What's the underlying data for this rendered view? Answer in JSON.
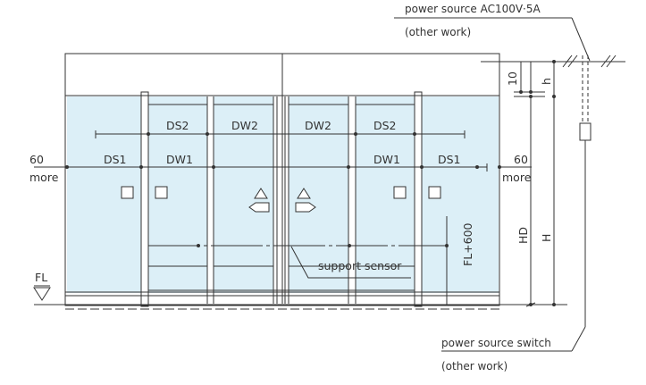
{
  "labels": {
    "power_source": "power source AC100V·5A",
    "power_source_note": "(other work)",
    "switch": "power source switch",
    "switch_note": "(other work)",
    "ds1": "DS1",
    "ds2": "DS2",
    "dw1": "DW1",
    "dw2": "DW2",
    "left_60": "60",
    "left_more": "more",
    "right_60": "60",
    "right_more": "more",
    "fl": "FL",
    "sensor": "support sensor",
    "fl600": "FL+600",
    "hd": "HD",
    "h_upper": "H",
    "h_lower": "h",
    "ten": "10"
  },
  "colors": {
    "line": "#333333",
    "glass": "#dceff7",
    "background": "#ffffff"
  }
}
